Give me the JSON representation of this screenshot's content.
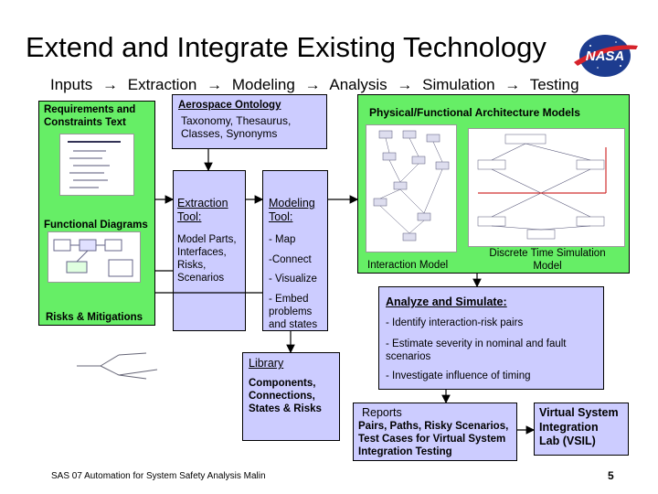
{
  "title": "Extend and Integrate Existing Technology",
  "pipeline": [
    "Inputs",
    "Extraction",
    "Modeling",
    "Analysis",
    "Simulation",
    "Testing"
  ],
  "pipeline_arrow": "→",
  "logo_text": "NASA",
  "inputs": {
    "requirements": "Requirements and\nConstraints Text",
    "functional": "Functional Diagrams",
    "risks": "Risks & Mitigations"
  },
  "ontology": {
    "title": "Aerospace Ontology",
    "body": "Taxonomy, Thesaurus,\nClasses, Synonyms"
  },
  "extraction": {
    "title": "Extraction\nTool:",
    "body": "Model Parts,\nInterfaces,\nRisks,\nScenarios"
  },
  "modeling": {
    "title": "Modeling\nTool:",
    "items": [
      "- Map",
      "-Connect",
      "- Visualize",
      "- Embed\nproblems\nand states"
    ]
  },
  "library": {
    "title": "Library",
    "body": "Components,\nConnections,\nStates & Risks"
  },
  "architecture": {
    "title": "Physical/Functional Architecture Models",
    "interaction": "Interaction Model",
    "discrete": "Discrete Time Simulation\nModel"
  },
  "analyze": {
    "title": "Analyze and Simulate:",
    "items": [
      "- Identify interaction-risk pairs",
      "- Estimate severity in nominal and fault\nscenarios",
      "- Investigate influence of timing"
    ]
  },
  "reports": {
    "title": "Reports",
    "body": "Pairs, Paths, Risky Scenarios,\nTest Cases for Virtual System\nIntegration Testing"
  },
  "vsil": "Virtual System\nIntegration\nLab (VSIL)",
  "footer": "SAS 07   Automation for System Safety Analysis   Malin",
  "page_number": "5",
  "colors": {
    "green": "#66ee66",
    "lavender": "#ccccff",
    "nasa_blue": "#1d3c8f",
    "nasa_red": "#d6222b"
  }
}
